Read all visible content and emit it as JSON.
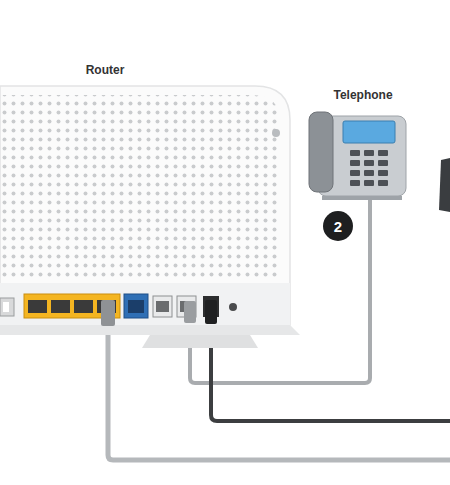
{
  "diagram": {
    "nodes": [
      {
        "text": [
          "2"
        ]
      }
    ],
    "labels": [
      "Router",
      "Telephone"
    ]
  }
}
